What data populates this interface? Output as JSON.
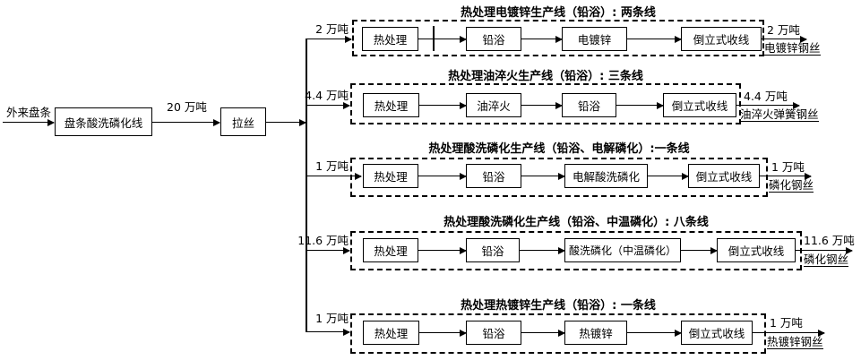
{
  "diagram": {
    "source_label": "外来盘条",
    "chain": {
      "pickling_box": "盘条酸洗磷化线",
      "tonnage": "20 万吨",
      "drawing_box": "拉丝"
    },
    "rows": [
      {
        "title": "热处理电镀锌生产线（铅浴）: 两条线",
        "branch_tonnage": "2 万吨",
        "boxes": [
          "热处理",
          "铅浴",
          "电镀锌",
          "倒立式收线"
        ],
        "output_tonnage": "2 万吨",
        "output_product": "电镀锌钢丝"
      },
      {
        "title": "热处理油淬火生产线（铅浴）: 三条线",
        "branch_tonnage": "4.4 万吨",
        "boxes": [
          "热处理",
          "油淬火",
          "铅浴",
          "倒立式收线"
        ],
        "output_tonnage": "4.4 万吨",
        "output_product": "油淬火弹簧钢丝"
      },
      {
        "title": "热处理酸洗磷化生产线（铅浴、电解磷化）:一条线",
        "branch_tonnage": "1 万吨",
        "boxes": [
          "热处理",
          "铅浴",
          "电解酸洗磷化",
          "倒立式收线"
        ],
        "output_tonnage": "1 万吨",
        "output_product": "磷化钢丝"
      },
      {
        "title": "热处理酸洗磷化生产线（铅浴、中温磷化）: 八条线",
        "branch_tonnage": "11.6 万吨",
        "boxes": [
          "热处理",
          "铅浴",
          "酸洗磷化（中温磷化）",
          "倒立式收线"
        ],
        "output_tonnage": "11.6 万吨",
        "output_product": "磷化钢丝"
      },
      {
        "title": "热处理热镀锌生产线（铅浴）: 一条线",
        "branch_tonnage": "1 万吨",
        "boxes": [
          "热处理",
          "铅浴",
          "热镀锌",
          "倒立式收线"
        ],
        "output_tonnage": "1 万吨",
        "output_product": "热镀锌钢丝"
      }
    ],
    "colors": {
      "line": "#000000",
      "background": "#ffffff"
    }
  }
}
